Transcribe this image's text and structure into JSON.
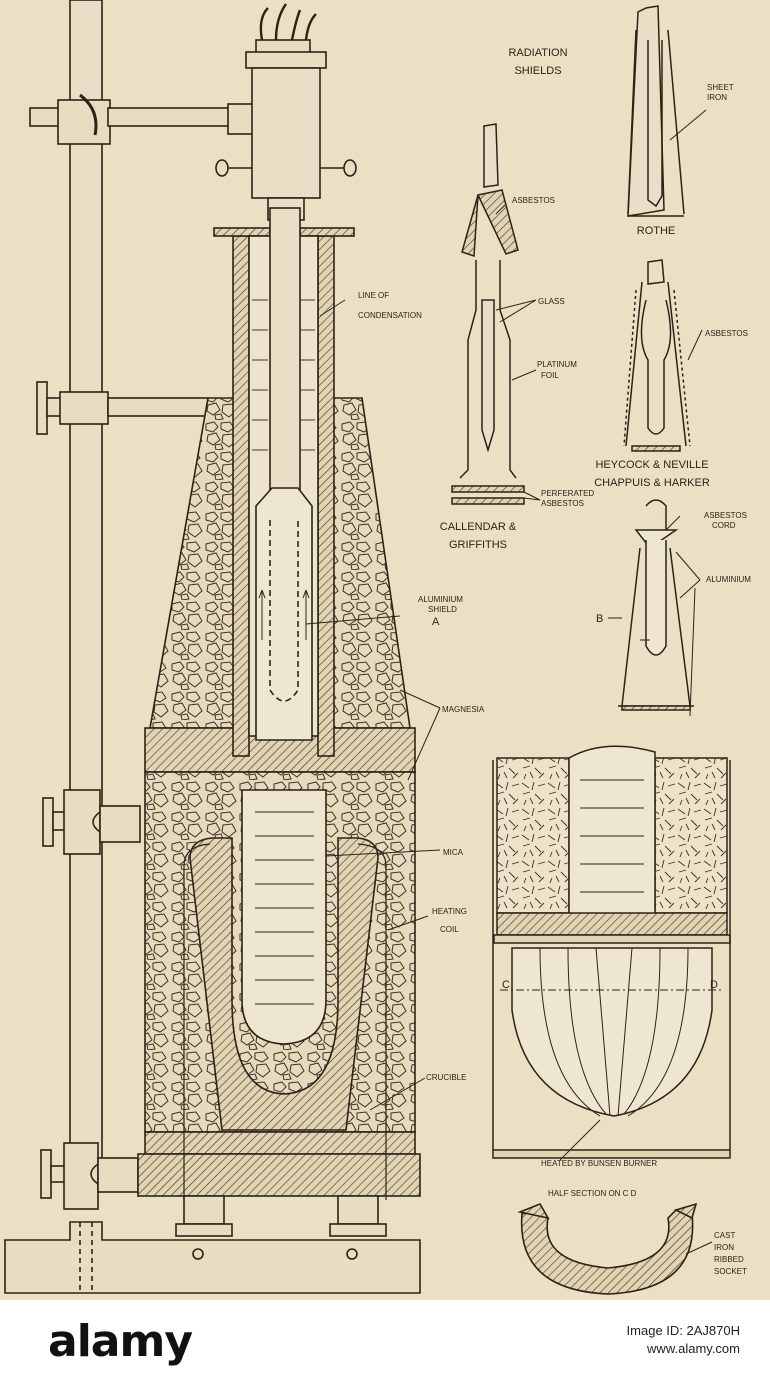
{
  "labels": {
    "radiation_shields_1": "RADIATION",
    "radiation_shields_2": "SHIELDS",
    "sheet_iron_1": "SHEET",
    "sheet_iron_2": "IRON",
    "rothe": "ROTHE",
    "asbestos_top": "ASBESTOS",
    "glass": "GLASS",
    "platinum_1": "PLATINUM",
    "platinum_2": "FOIL",
    "perforated_1": "PERFERATED",
    "perforated_2": "ASBESTOS",
    "callendar_1": "CALLENDAR &",
    "callendar_2": "GRIFFITHS",
    "asbestos_right": "ASBESTOS",
    "heycock": "HEYCOCK & NEVILLE",
    "chappuis": "CHAPPUIS & HARKER",
    "asbestos_cord_1": "ASBESTOS",
    "asbestos_cord_2": "CORD",
    "aluminium": "ALUMINIUM",
    "letter_b": "B",
    "line_cond_1": "LINE OF",
    "line_cond_2": "CONDENSATION",
    "al_shield_1": "ALUMINIUM",
    "al_shield_2": "SHIELD",
    "letter_a": "A",
    "magnesia": "MAGNESIA",
    "mica": "MICA",
    "heating_1": "HEATING",
    "heating_2": "COIL",
    "crucible": "CRUCIBLE",
    "letter_c": "C",
    "letter_d": "D",
    "heated_by": "HEATED BY BUNSEN BURNER",
    "half_section": "HALF SECTION ON C D",
    "cast_1": "CAST",
    "cast_2": "IRON",
    "cast_3": "RIBBED",
    "cast_4": "SOCKET"
  },
  "footer": {
    "logo": "alamy",
    "image_id": "Image ID: 2AJ870H",
    "url": "www.alamy.com"
  }
}
